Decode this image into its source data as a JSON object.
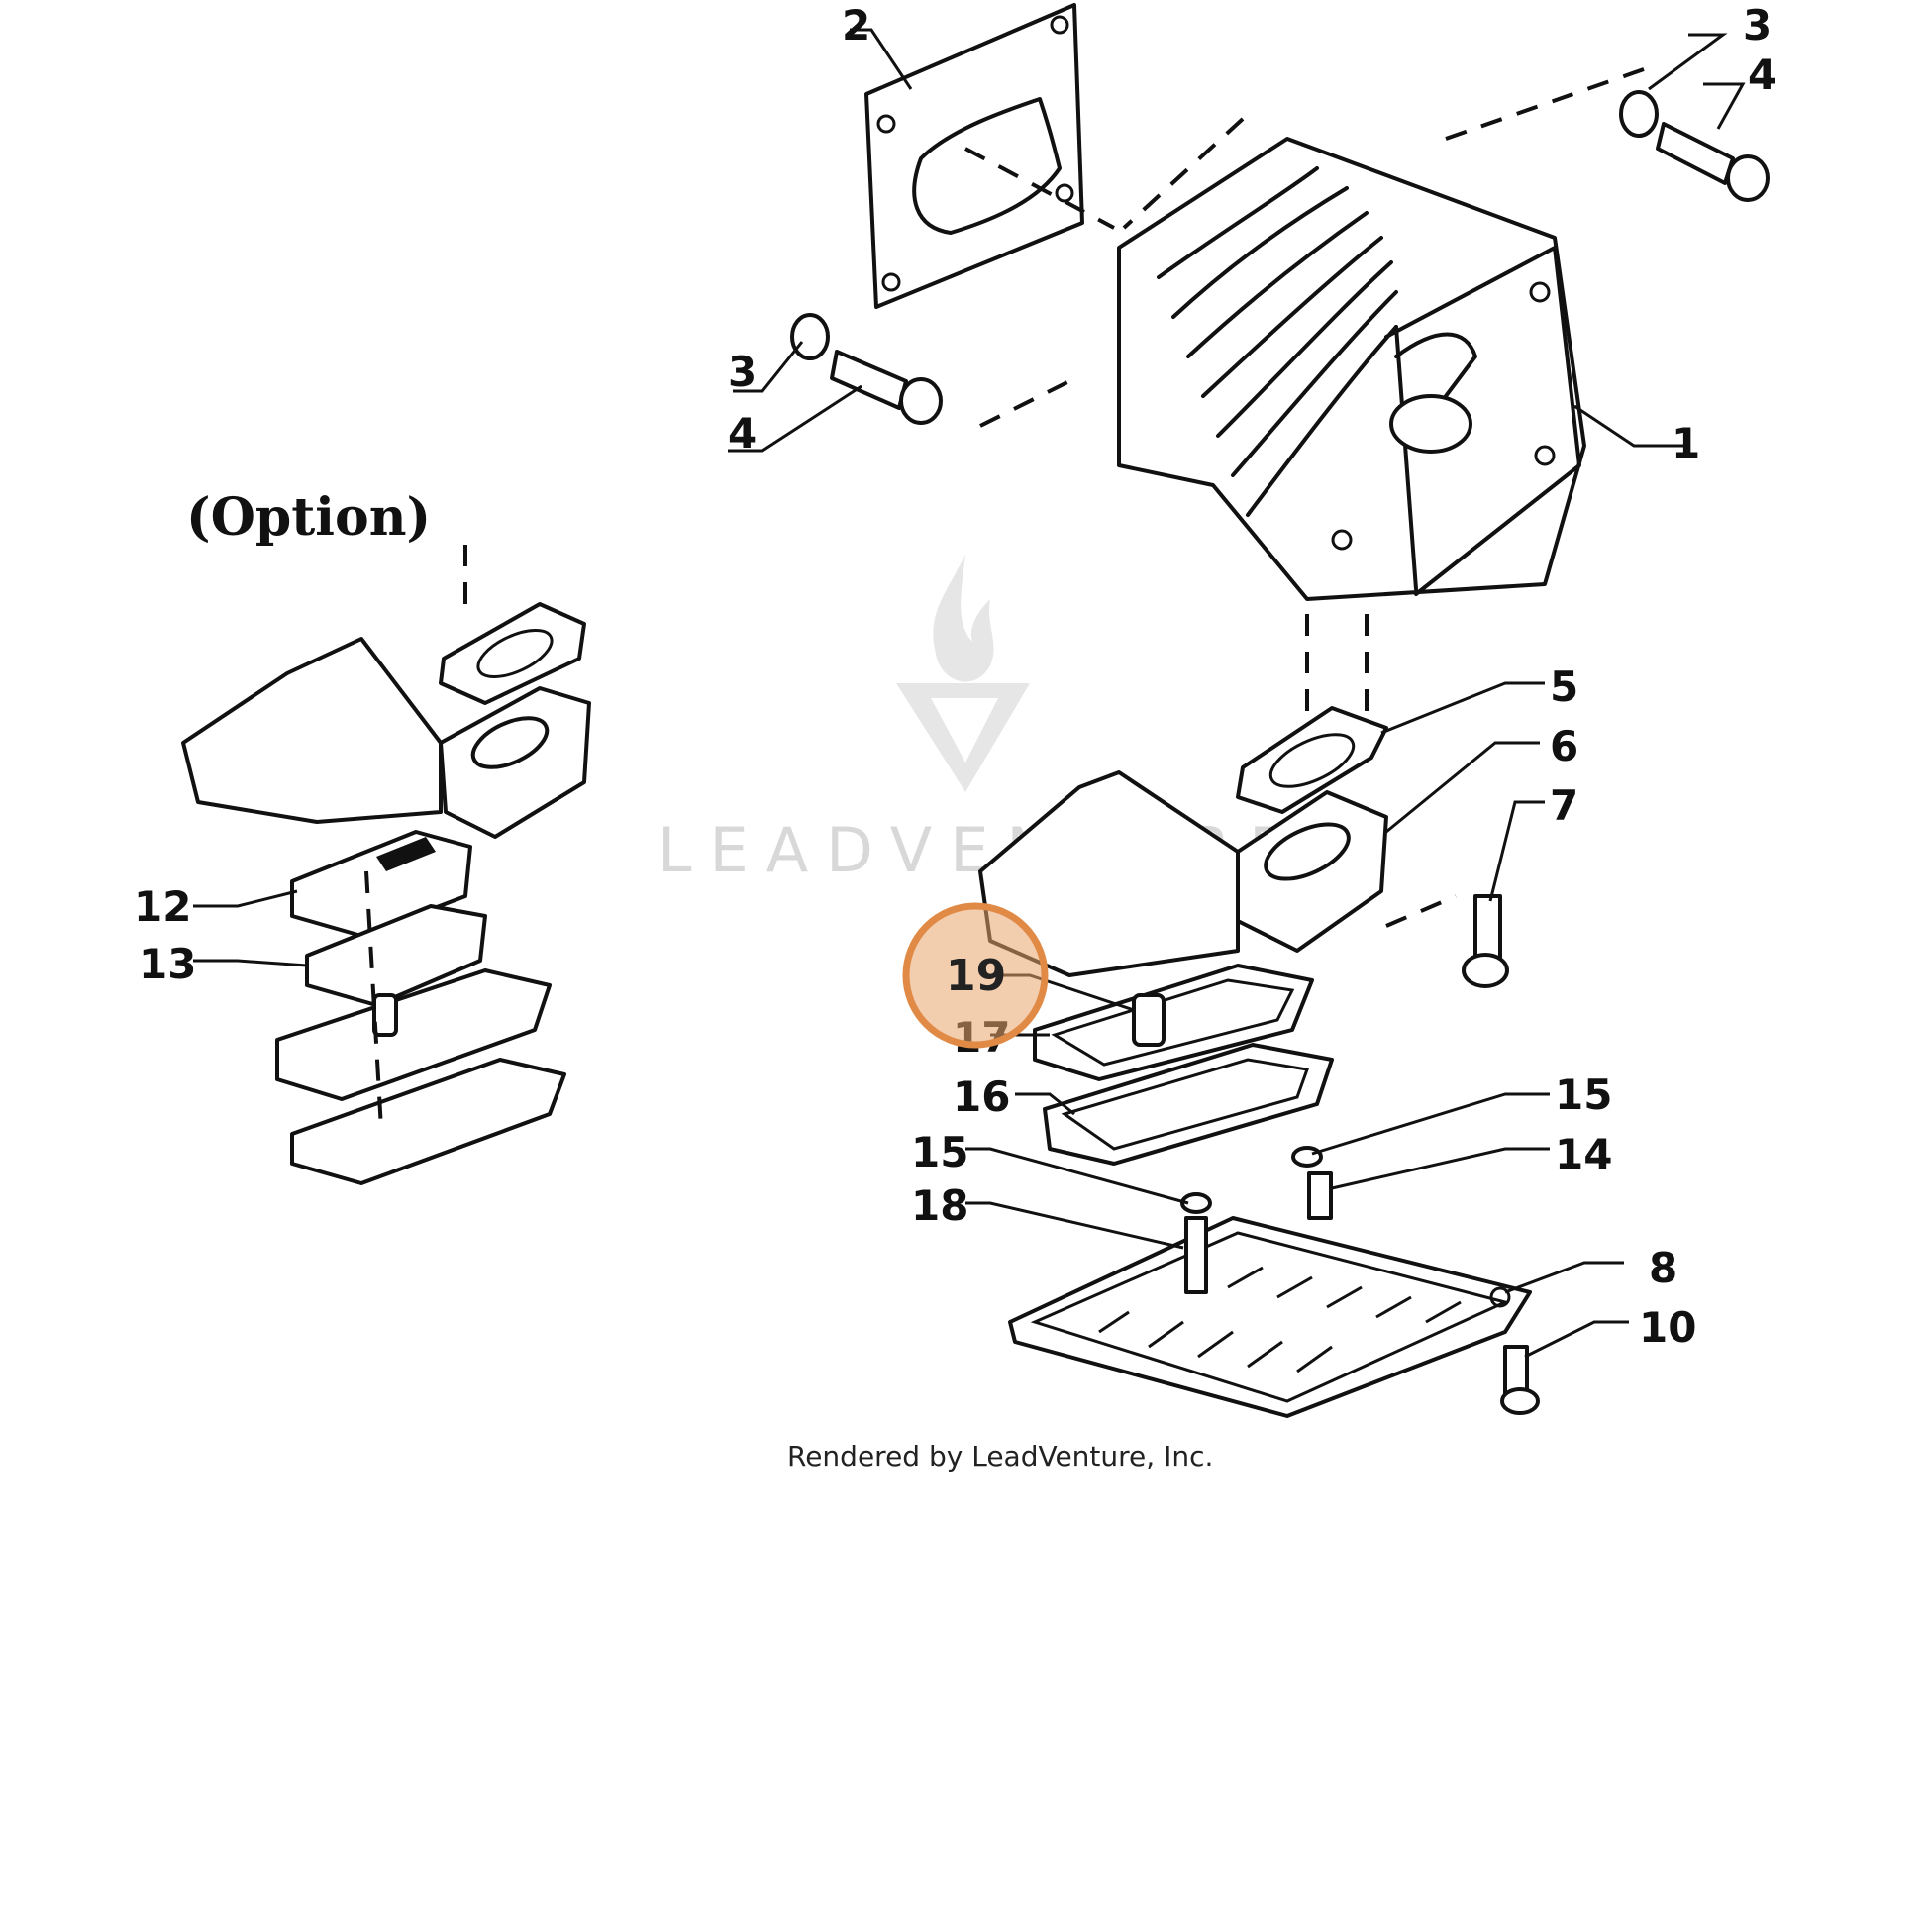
{
  "diagram": {
    "option_label": "(Option)",
    "watermark_text": "LEADVENTURE",
    "credit": "Rendered by LeadVenture, Inc.",
    "highlight": {
      "label": "19",
      "color": "#e8a46b"
    },
    "callouts": {
      "c1": "1",
      "c2": "2",
      "c3a": "3",
      "c3b": "3",
      "c4a": "4",
      "c4b": "4",
      "c5": "5",
      "c6": "6",
      "c7": "7",
      "c8": "8",
      "c10": "10",
      "c12": "12",
      "c13": "13",
      "c14": "14",
      "c15a": "15",
      "c15b": "15",
      "c16": "16",
      "c17": "17",
      "c18": "18"
    },
    "icons": {
      "watermark_logo": "flame-chevron-logo-icon"
    }
  }
}
